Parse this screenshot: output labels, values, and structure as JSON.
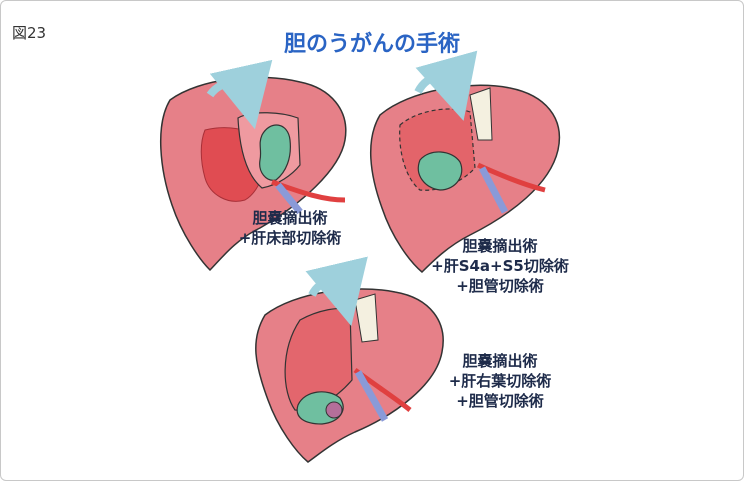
{
  "figure_number": "図23",
  "title": "胆のうがんの手術",
  "colors": {
    "title": "#2a64c4",
    "liver": "#e68088",
    "liver_dark": "#d6646e",
    "resected": "#e04c52",
    "gallbladder": "#6fbfa0",
    "vessel_red": "#e04040",
    "vessel_blue": "#8a9ad8",
    "ligament": "#f4f0e0",
    "arrow": "#9ed0dc",
    "tumor": "#b46f9a",
    "caption": "#1e2b4a"
  },
  "panels": [
    {
      "id": "panel-1",
      "lines": [
        "胆嚢摘出術",
        "+肝床部切除術"
      ]
    },
    {
      "id": "panel-2",
      "lines": [
        "胆嚢摘出術",
        "+肝S4a+S5切除術",
        "+胆管切除術"
      ]
    },
    {
      "id": "panel-3",
      "lines": [
        "胆嚢摘出術",
        "+肝右葉切除術",
        "+胆管切除術"
      ]
    }
  ]
}
